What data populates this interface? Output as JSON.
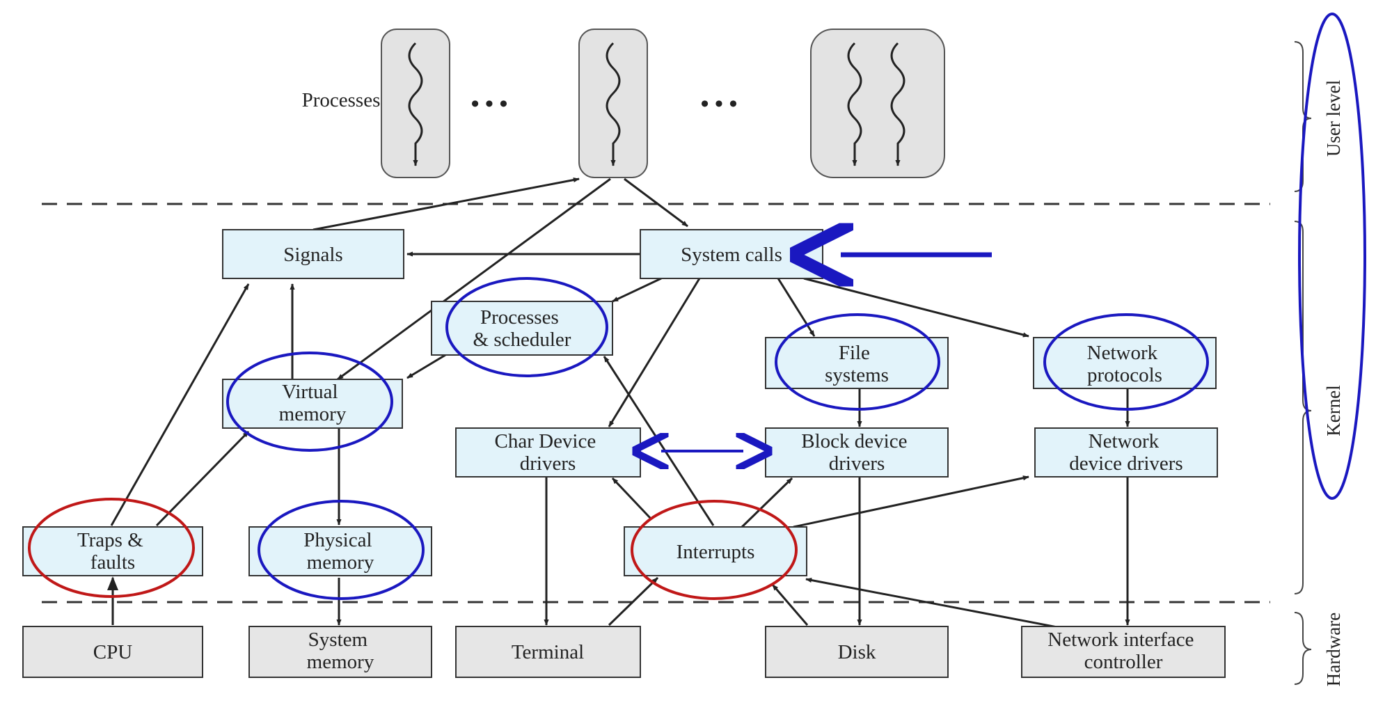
{
  "processes": {
    "label": "Processes",
    "ellipsis": "• • •"
  },
  "levels": {
    "user": "User level",
    "kernel": "Kernel",
    "hardware": "Hardware"
  },
  "kernel": {
    "signals": [
      "Signals"
    ],
    "system_calls": [
      "System calls"
    ],
    "processes_scheduler": [
      "Processes",
      "& scheduler"
    ],
    "virtual_memory": [
      "Virtual",
      "memory"
    ],
    "file_systems": [
      "File",
      "systems"
    ],
    "network_protocols": [
      "Network",
      "protocols"
    ],
    "char_device_drivers": [
      "Char Device",
      "drivers"
    ],
    "block_device_drivers": [
      "Block device",
      "drivers"
    ],
    "network_device_drivers": [
      "Network",
      "device drivers"
    ],
    "traps_faults": [
      "Traps &",
      "faults"
    ],
    "physical_memory": [
      "Physical",
      "memory"
    ],
    "interrupts": [
      "Interrupts"
    ]
  },
  "hardware": {
    "cpu": [
      "CPU"
    ],
    "system_memory": [
      "System",
      "memory"
    ],
    "terminal": [
      "Terminal"
    ],
    "disk": [
      "Disk"
    ],
    "nic": [
      "Network interface",
      "controller"
    ]
  },
  "colors": {
    "kernel_box_fill": "#e2f3fa",
    "hardware_box_fill": "#e6e6e6",
    "process_fill": "#e3e3e3",
    "box_stroke": "#333333",
    "arrow": "#222222",
    "highlight_blue": "#1a18c0",
    "highlight_red": "#c01818"
  }
}
